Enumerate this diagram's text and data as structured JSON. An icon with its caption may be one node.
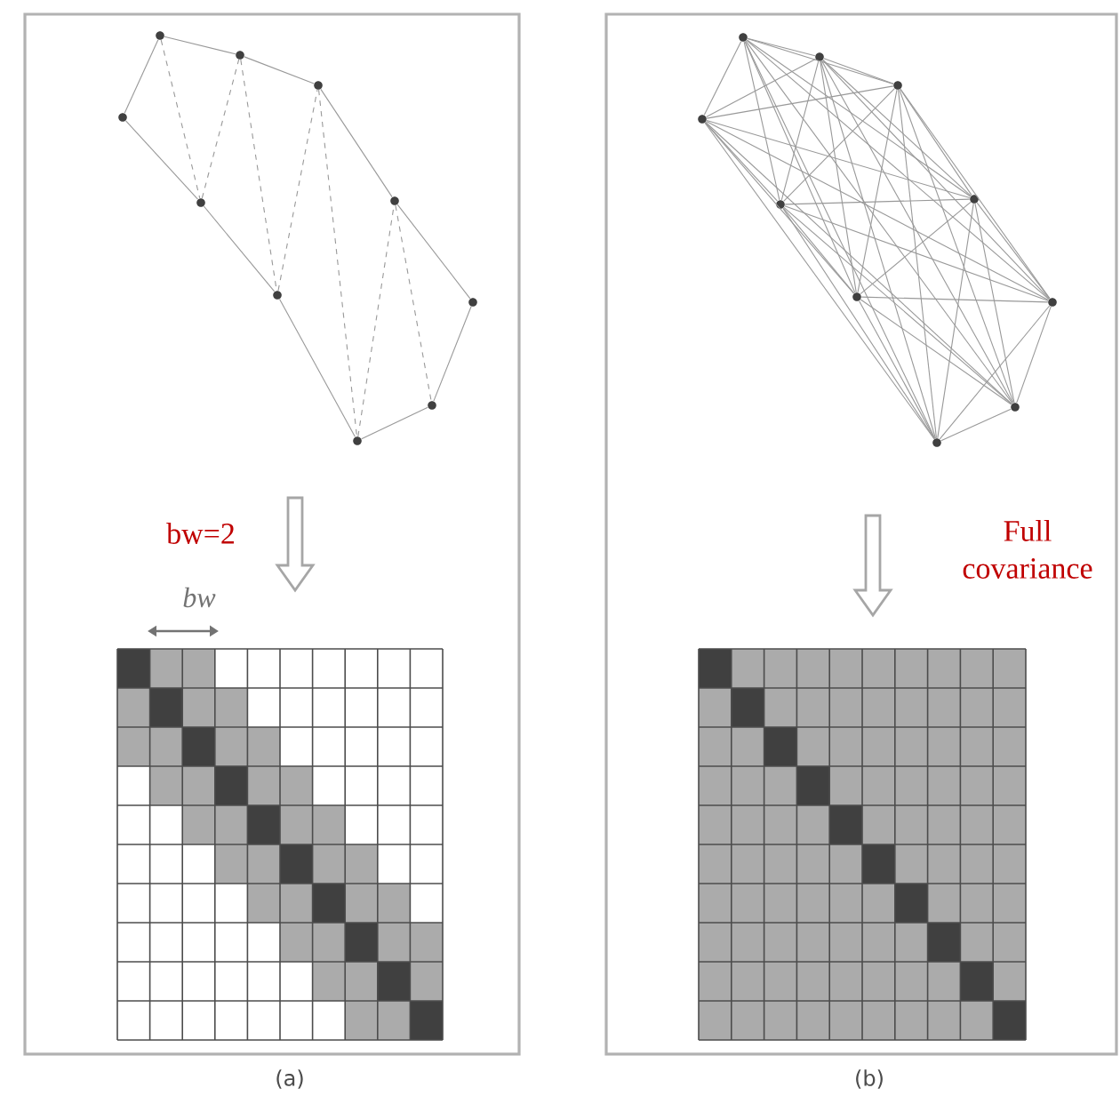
{
  "diagram": {
    "nodes": [
      {
        "text": [],
        "shape": "circle"
      },
      {
        "text": [],
        "shape": "circle"
      },
      {
        "text": [],
        "shape": "circle"
      },
      {
        "text": [],
        "shape": "circle"
      },
      {
        "text": [],
        "shape": "circle"
      },
      {
        "text": [],
        "shape": "circle"
      },
      {
        "text": [],
        "shape": "circle"
      },
      {
        "text": [],
        "shape": "circle"
      },
      {
        "text": [],
        "shape": "circle"
      },
      {
        "text": [],
        "shape": "circle"
      },
      {
        "text": [],
        "shape": "circle"
      },
      {
        "text": [],
        "shape": "circle"
      },
      {
        "text": [],
        "shape": "circle"
      },
      {
        "text": [],
        "shape": "circle"
      },
      {
        "text": [],
        "shape": "circle"
      },
      {
        "text": [],
        "shape": "circle"
      },
      {
        "text": [],
        "shape": "circle"
      },
      {
        "text": [],
        "shape": "circle"
      },
      {
        "text": [],
        "shape": "circle"
      },
      {
        "text": [],
        "shape": "circle"
      }
    ],
    "edges": [
      {
        "from": 0,
        "to": 1,
        "arrow": "none"
      },
      {
        "from": 0,
        "to": 2,
        "arrow": "none"
      },
      {
        "from": 1,
        "to": 2,
        "arrow": "none",
        "style": "dashed"
      },
      {
        "from": 1,
        "to": 3,
        "arrow": "none"
      },
      {
        "from": 2,
        "to": 3,
        "arrow": "none",
        "style": "dashed"
      },
      {
        "from": 2,
        "to": 4,
        "arrow": "none"
      },
      {
        "from": 3,
        "to": 4,
        "arrow": "none",
        "style": "dashed"
      },
      {
        "from": 3,
        "to": 5,
        "arrow": "none"
      },
      {
        "from": 4,
        "to": 5,
        "arrow": "none",
        "style": "dashed"
      },
      {
        "from": 4,
        "to": 6,
        "arrow": "none"
      },
      {
        "from": 5,
        "to": 6,
        "arrow": "none",
        "style": "dashed"
      },
      {
        "from": 5,
        "to": 7,
        "arrow": "none"
      },
      {
        "from": 6,
        "to": 7,
        "arrow": "none",
        "style": "dashed"
      },
      {
        "from": 6,
        "to": 8,
        "arrow": "none"
      },
      {
        "from": 7,
        "to": 8,
        "arrow": "none",
        "style": "dashed"
      },
      {
        "from": 7,
        "to": 9,
        "arrow": "none"
      },
      {
        "from": 8,
        "to": 9,
        "arrow": "none"
      },
      {
        "from": 10,
        "to": 11,
        "arrow": "none"
      },
      {
        "from": 10,
        "to": 12,
        "arrow": "none"
      },
      {
        "from": 10,
        "to": 13,
        "arrow": "none"
      },
      {
        "from": 10,
        "to": 14,
        "arrow": "none"
      },
      {
        "from": 10,
        "to": 15,
        "arrow": "none"
      },
      {
        "from": 10,
        "to": 16,
        "arrow": "none"
      },
      {
        "from": 10,
        "to": 17,
        "arrow": "none"
      },
      {
        "from": 10,
        "to": 18,
        "arrow": "none"
      },
      {
        "from": 10,
        "to": 19,
        "arrow": "none"
      },
      {
        "from": 11,
        "to": 12,
        "arrow": "none"
      },
      {
        "from": 11,
        "to": 13,
        "arrow": "none"
      },
      {
        "from": 11,
        "to": 14,
        "arrow": "none"
      },
      {
        "from": 11,
        "to": 15,
        "arrow": "none"
      },
      {
        "from": 11,
        "to": 16,
        "arrow": "none"
      },
      {
        "from": 11,
        "to": 17,
        "arrow": "none"
      },
      {
        "from": 11,
        "to": 18,
        "arrow": "none"
      },
      {
        "from": 11,
        "to": 19,
        "arrow": "none"
      },
      {
        "from": 12,
        "to": 13,
        "arrow": "none"
      },
      {
        "from": 12,
        "to": 14,
        "arrow": "none"
      },
      {
        "from": 12,
        "to": 15,
        "arrow": "none"
      },
      {
        "from": 12,
        "to": 16,
        "arrow": "none"
      },
      {
        "from": 12,
        "to": 17,
        "arrow": "none"
      },
      {
        "from": 12,
        "to": 18,
        "arrow": "none"
      },
      {
        "from": 12,
        "to": 19,
        "arrow": "none"
      },
      {
        "from": 13,
        "to": 14,
        "arrow": "none"
      },
      {
        "from": 13,
        "to": 15,
        "arrow": "none"
      },
      {
        "from": 13,
        "to": 16,
        "arrow": "none"
      },
      {
        "from": 13,
        "to": 17,
        "arrow": "none"
      },
      {
        "from": 13,
        "to": 18,
        "arrow": "none"
      },
      {
        "from": 13,
        "to": 19,
        "arrow": "none"
      },
      {
        "from": 14,
        "to": 15,
        "arrow": "none"
      },
      {
        "from": 14,
        "to": 16,
        "arrow": "none"
      },
      {
        "from": 14,
        "to": 17,
        "arrow": "none"
      },
      {
        "from": 14,
        "to": 18,
        "arrow": "none"
      },
      {
        "from": 14,
        "to": 19,
        "arrow": "none"
      },
      {
        "from": 15,
        "to": 16,
        "arrow": "none"
      },
      {
        "from": 15,
        "to": 17,
        "arrow": "none"
      },
      {
        "from": 15,
        "to": 18,
        "arrow": "none"
      },
      {
        "from": 15,
        "to": 19,
        "arrow": "none"
      },
      {
        "from": 16,
        "to": 17,
        "arrow": "none"
      },
      {
        "from": 16,
        "to": 18,
        "arrow": "none"
      },
      {
        "from": 16,
        "to": 19,
        "arrow": "none"
      },
      {
        "from": 17,
        "to": 18,
        "arrow": "none"
      },
      {
        "from": 17,
        "to": 19,
        "arrow": "none"
      },
      {
        "from": 18,
        "to": 19,
        "arrow": "none"
      }
    ],
    "labels": [
      "bw=2",
      "bw",
      "Full covariance",
      "(a)",
      "(b)"
    ]
  }
}
